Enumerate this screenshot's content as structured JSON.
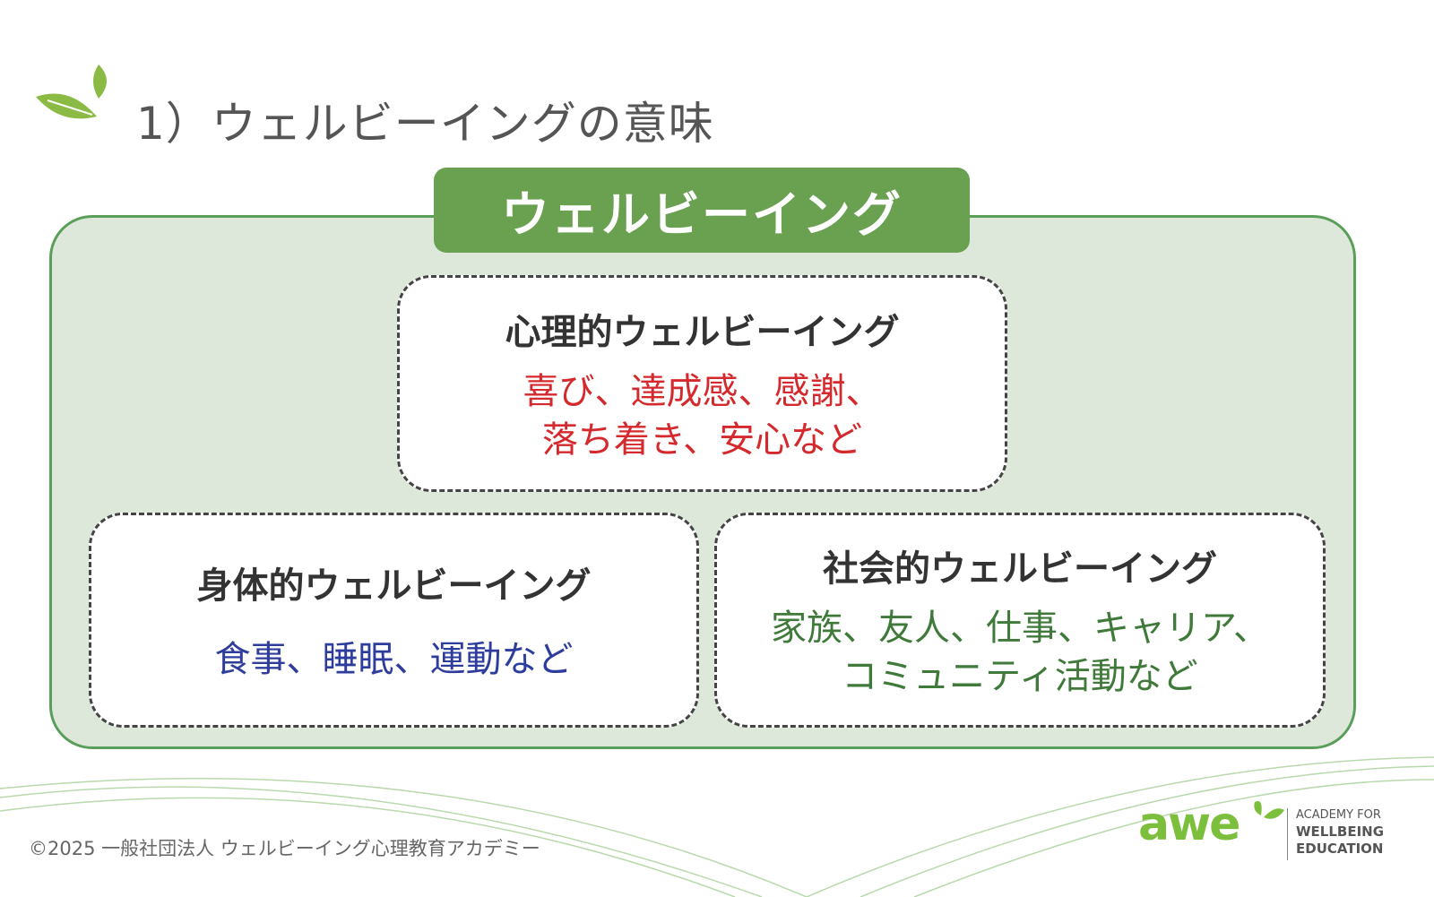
{
  "title": "1）ウェルビーイングの意味",
  "header": "ウェルビーイング",
  "boxes": [
    {
      "heading": "心理的ウェルビーイング",
      "lines": [
        "喜び、達成感、感謝、",
        "落ち着き、安心など"
      ],
      "color": "#d42a2e"
    },
    {
      "heading": "身体的ウェルビーイング",
      "lines": [
        "食事、睡眠、運動など"
      ],
      "color": "#2e3d9c"
    },
    {
      "heading": "社会的ウェルビーイング",
      "lines": [
        "家族、友人、仕事、キャリア、",
        "コミュニティ活動など"
      ],
      "color": "#3f7a3a"
    }
  ],
  "footer": "©2025 一般社団法人 ウェルビーイング心理教育アカデミー",
  "logo": {
    "mark": "awe",
    "line1": "ACADEMY FOR",
    "line2": "WELLBEING",
    "line3": "EDUCATION"
  }
}
